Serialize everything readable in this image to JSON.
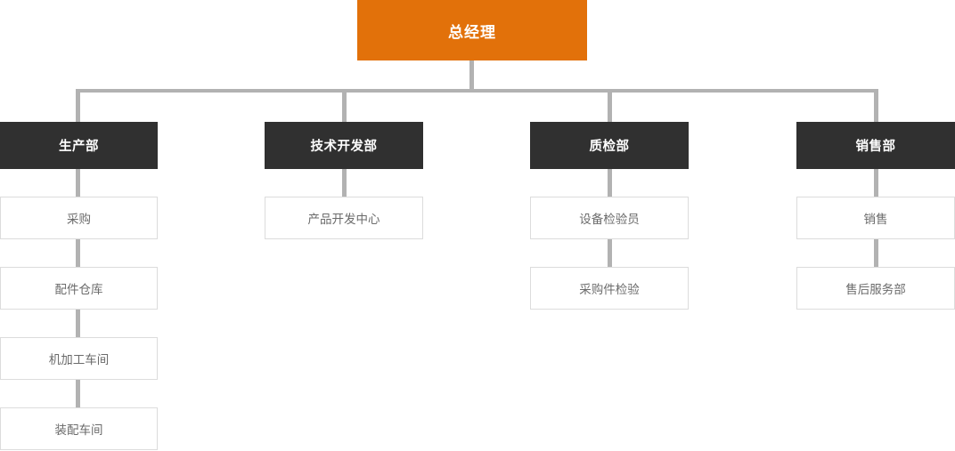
{
  "chart_data": {
    "type": "diagram",
    "diagram_kind": "organizational-chart",
    "title": "",
    "colors": {
      "root_fill": "#e2710a",
      "root_text": "#ffffff",
      "dept_fill": "#303030",
      "dept_text": "#ffffff",
      "unit_fill": "#ffffff",
      "unit_border": "#dcdcdc",
      "unit_text": "#6b6b6b",
      "connector": "#b2b2b2",
      "background": "#ffffff"
    },
    "root": {
      "label": "总经理"
    },
    "branches": [
      {
        "label": "生产部",
        "children": [
          {
            "label": "采购"
          },
          {
            "label": "配件仓库"
          },
          {
            "label": "机加工车间"
          },
          {
            "label": "装配车间"
          }
        ]
      },
      {
        "label": "技术开发部",
        "children": [
          {
            "label": "产品开发中心"
          }
        ]
      },
      {
        "label": "质检部",
        "children": [
          {
            "label": "设备检验员"
          },
          {
            "label": "采购件检验"
          }
        ]
      },
      {
        "label": "销售部",
        "children": [
          {
            "label": "销售"
          },
          {
            "label": "售后服务部"
          }
        ]
      }
    ]
  }
}
